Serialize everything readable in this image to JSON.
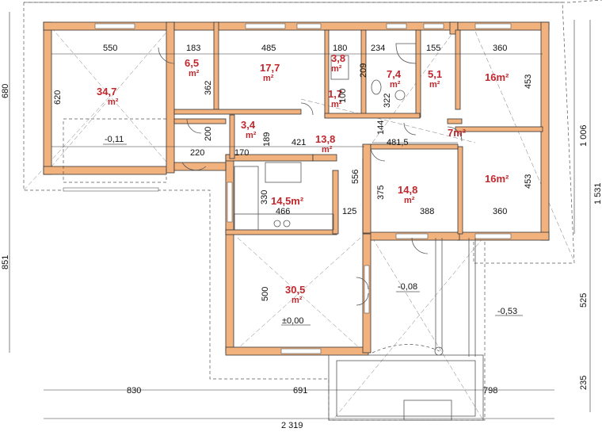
{
  "plan": {
    "rooms": [
      {
        "id": "garage",
        "area": "34,7",
        "unit": "m²"
      },
      {
        "id": "utility",
        "area": "6,5",
        "unit": "m²"
      },
      {
        "id": "bedroom-top",
        "area": "17,7",
        "unit": "m²"
      },
      {
        "id": "wc",
        "area": "3,8",
        "unit": "m²"
      },
      {
        "id": "wc2",
        "area": "1,7",
        "unit": "m²"
      },
      {
        "id": "bath",
        "area": "7,4",
        "unit": "m²"
      },
      {
        "id": "storage",
        "area": "5,1",
        "unit": "m²"
      },
      {
        "id": "room-ne",
        "area": "16m²",
        "unit": ""
      },
      {
        "id": "hall-small",
        "area": "3,4",
        "unit": "m²"
      },
      {
        "id": "corridor",
        "area": "13,8",
        "unit": "m²"
      },
      {
        "id": "hall-east",
        "area": "7m²",
        "unit": ""
      },
      {
        "id": "room-e",
        "area": "16m²",
        "unit": ""
      },
      {
        "id": "kitchen",
        "area": "14,5m²",
        "unit": ""
      },
      {
        "id": "room-mid",
        "area": "14,8",
        "unit": "m²"
      },
      {
        "id": "living",
        "area": "30,5",
        "unit": "m²"
      }
    ],
    "dims": {
      "d550": "550",
      "d183": "183",
      "d485": "485",
      "d180": "180",
      "d234": "234",
      "d155": "155",
      "d360a": "360",
      "d620": "620",
      "d362": "362",
      "d209": "209",
      "d322": "322",
      "d453a": "453",
      "d200": "200",
      "d220": "220",
      "d170": "170",
      "d189": "189",
      "d421": "421",
      "d144": "144",
      "d481": "481,5",
      "d556": "556",
      "d330": "330",
      "d466": "466",
      "d125": "125",
      "d375": "375",
      "d388": "388",
      "d360b": "360",
      "d453b": "453",
      "d500": "500",
      "d680": "680",
      "d851": "851",
      "d1006": "1 006",
      "d1531": "1 531",
      "d525": "525",
      "d235": "235",
      "d830": "830",
      "d691": "691",
      "d798": "798",
      "d2319": "2 319",
      "d100": "100"
    },
    "levels": {
      "garage": "-0,11",
      "terrace": "-0,08",
      "living": "±0,00",
      "outside": "-0,53"
    },
    "colors": {
      "wall": "#f2b27e",
      "area_text": "#c0282d"
    }
  }
}
